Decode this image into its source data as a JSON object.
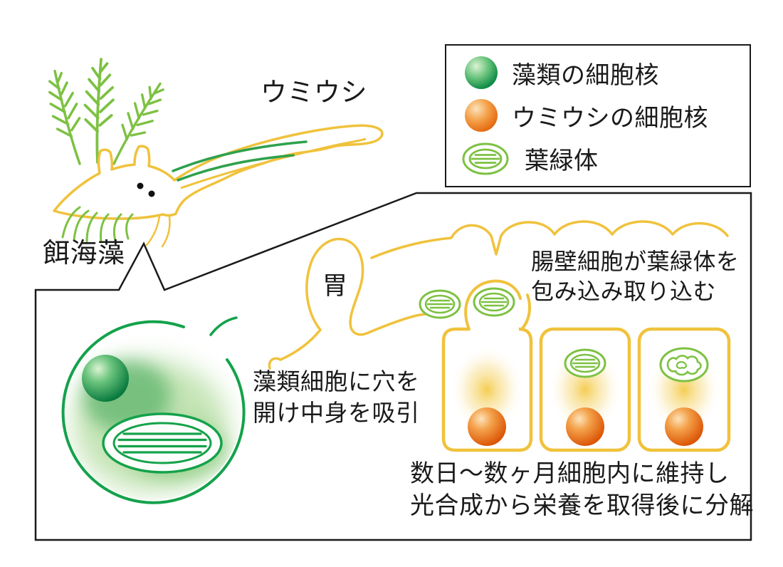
{
  "labels": {
    "sea_slug": "ウミウシ",
    "food_seaweed": "餌海藻",
    "stomach": "胃"
  },
  "annotations": {
    "pierce_line1": "藻類細胞に穴を",
    "pierce_line2": "開け中身を吸引",
    "engulf_line1": "腸壁細胞が葉緑体を",
    "engulf_line2": "包み込み取り込む",
    "retention_line1": "数日〜数ヶ月細胞内に維持し",
    "retention_line2": "光合成から栄養を取得後に分解"
  },
  "legend": {
    "items": [
      {
        "icon": "algae-nucleus-icon",
        "label": "藻類の細胞核"
      },
      {
        "icon": "seaslug-nucleus-icon",
        "label": "ウミウシの細胞核"
      },
      {
        "icon": "chloroplast-icon",
        "label": "葉緑体"
      }
    ]
  },
  "colors": {
    "membrane_yellow": "#F0C23C",
    "algae_green": "#7DC142",
    "dark_green": "#14A24B",
    "nucleus_orange": "#E8650D",
    "text_black": "#1A1A1A"
  }
}
